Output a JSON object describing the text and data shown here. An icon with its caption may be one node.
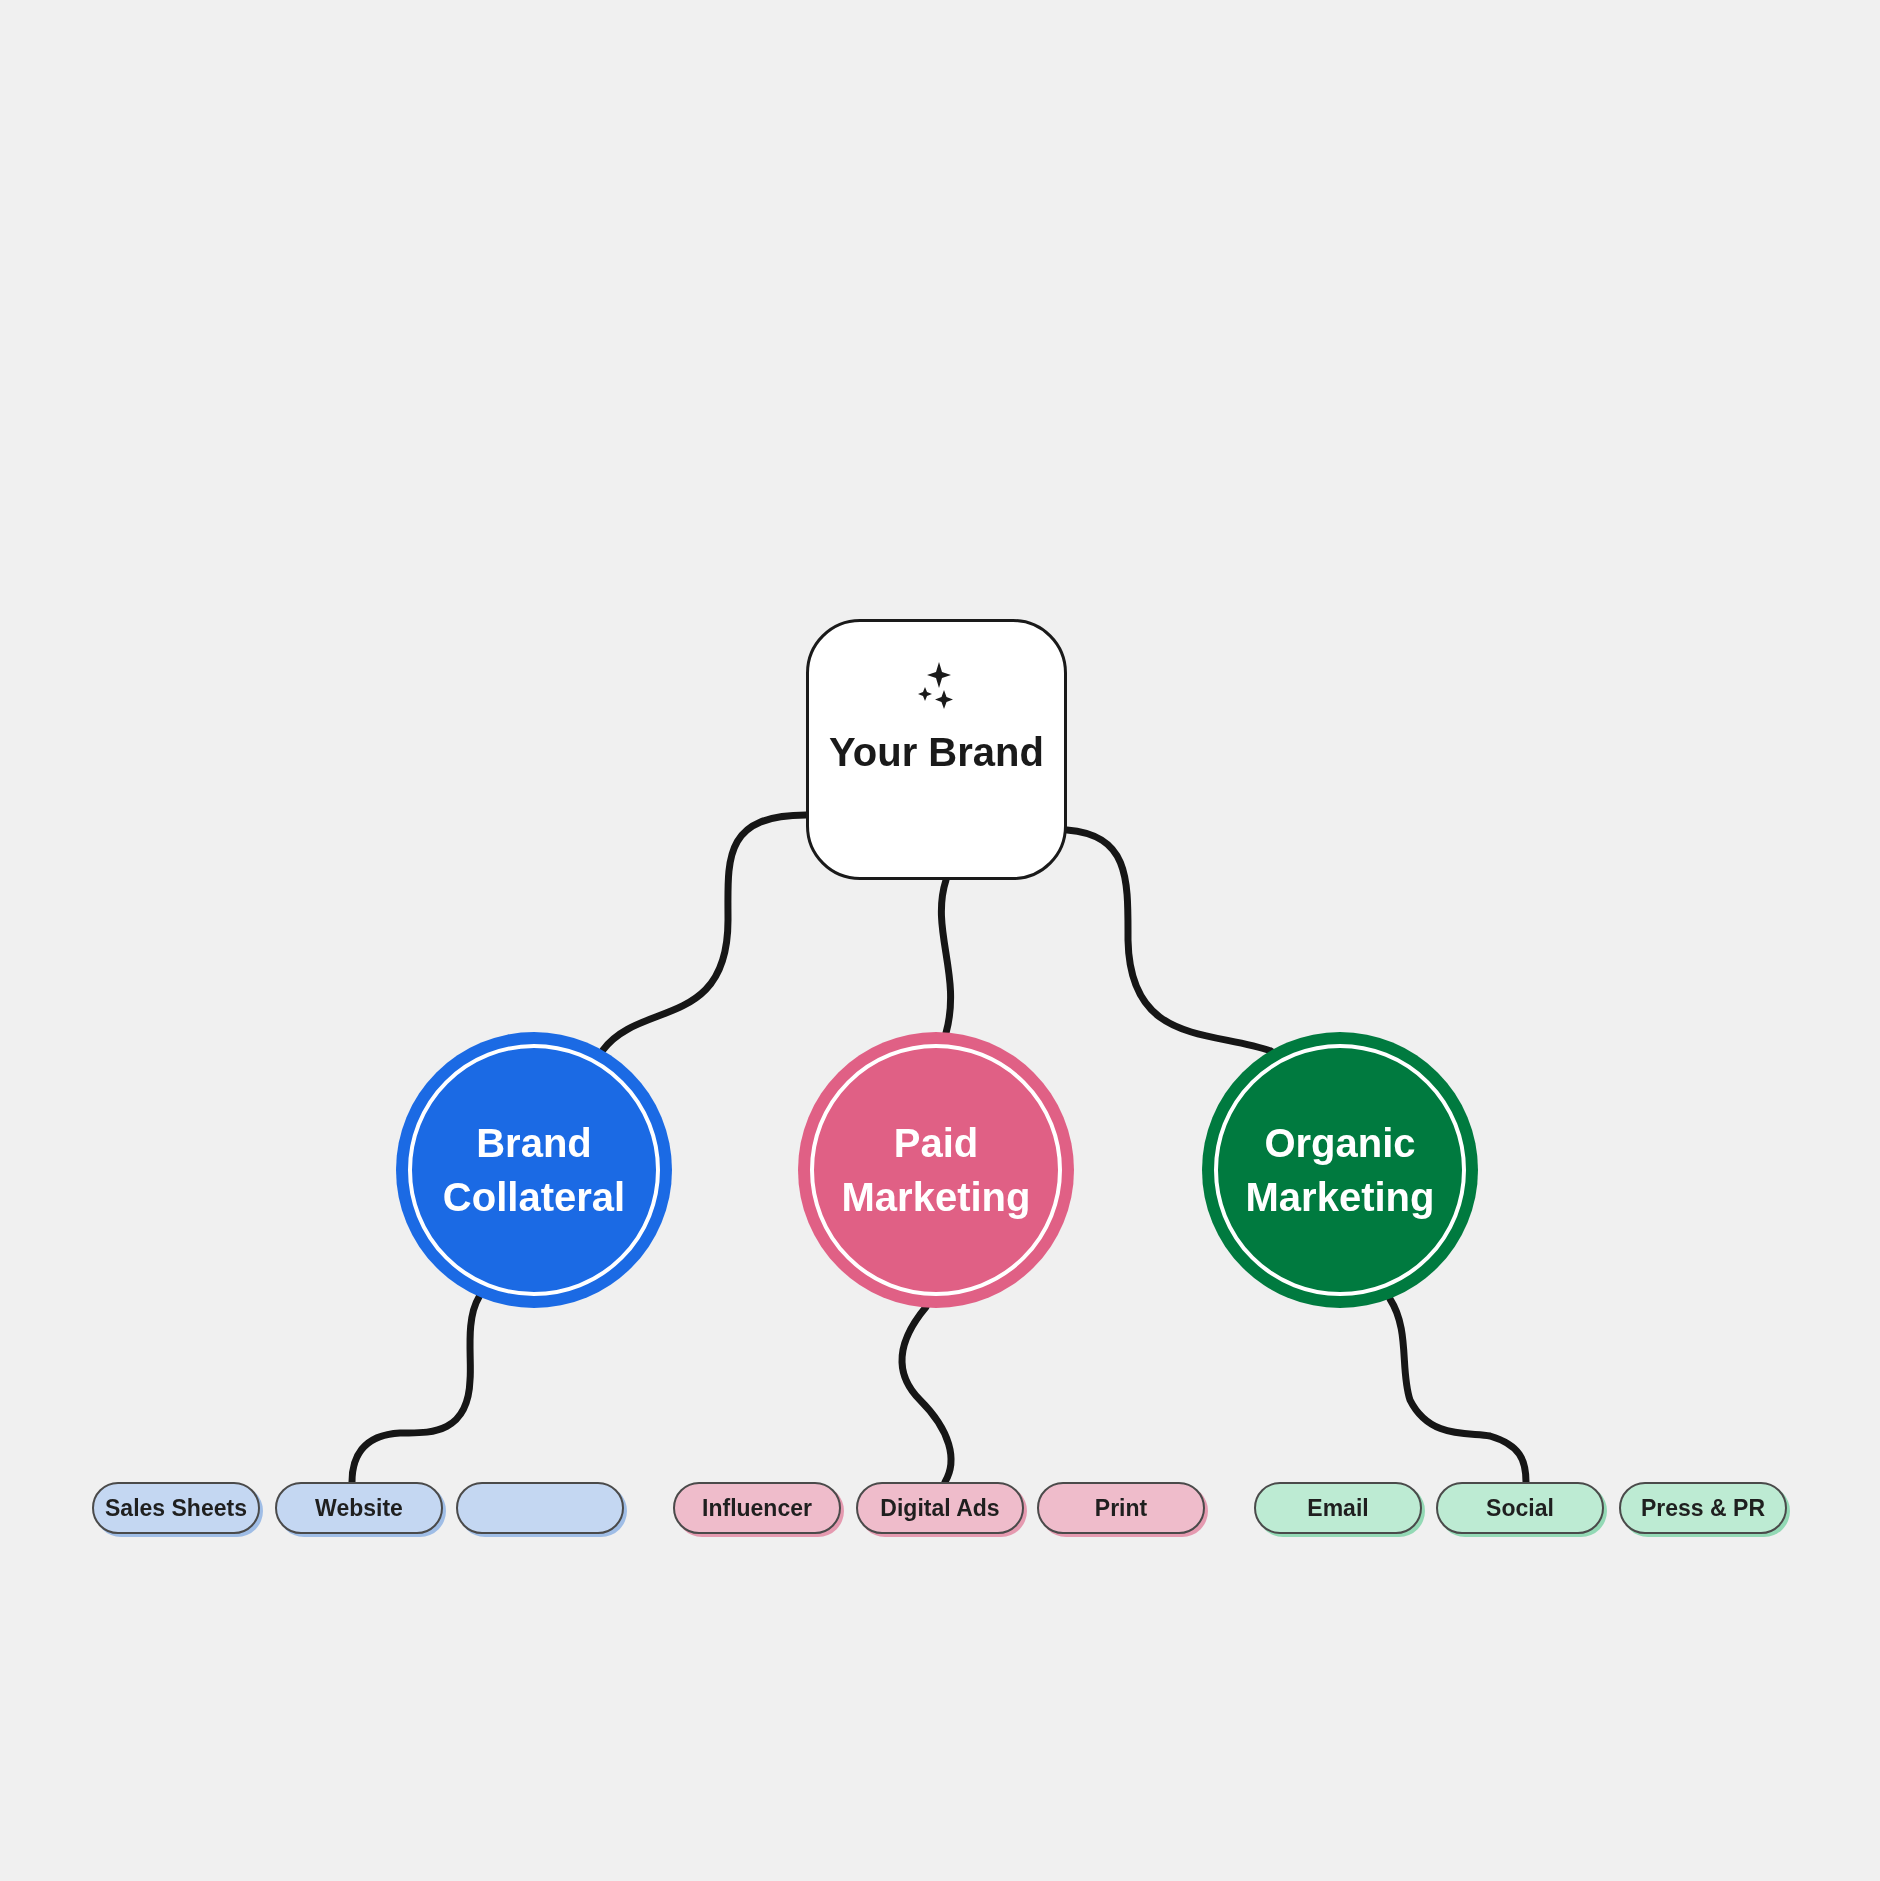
{
  "diagram": {
    "nodes": [
      {
        "text": [
          "Your Brand"
        ]
      },
      {
        "text": [
          "Brand Collateral"
        ]
      },
      {
        "text": [
          "Paid Marketing"
        ]
      },
      {
        "text": [
          "Organic Marketing"
        ]
      },
      {
        "text": [
          "Sales Sheets"
        ]
      },
      {
        "text": [
          "Website"
        ]
      },
      {
        "text": [],
        "shape": "box"
      },
      {
        "text": [
          "Influencer"
        ]
      },
      {
        "text": [
          "Digital Ads"
        ]
      },
      {
        "text": [
          "Print"
        ]
      },
      {
        "text": [
          "Email"
        ]
      },
      {
        "text": [
          "Social"
        ]
      },
      {
        "text": [
          "Press & PR"
        ]
      }
    ],
    "edges": [
      {
        "from": 0,
        "to": 1,
        "arrow": "none"
      },
      {
        "from": 0,
        "to": 2,
        "arrow": "none"
      },
      {
        "from": 0,
        "to": 3,
        "arrow": "none"
      },
      {
        "from": 1,
        "to": 5,
        "arrow": "none"
      },
      {
        "from": 2,
        "to": 8,
        "arrow": "none"
      },
      {
        "from": 3,
        "to": 11,
        "arrow": "none"
      }
    ]
  }
}
